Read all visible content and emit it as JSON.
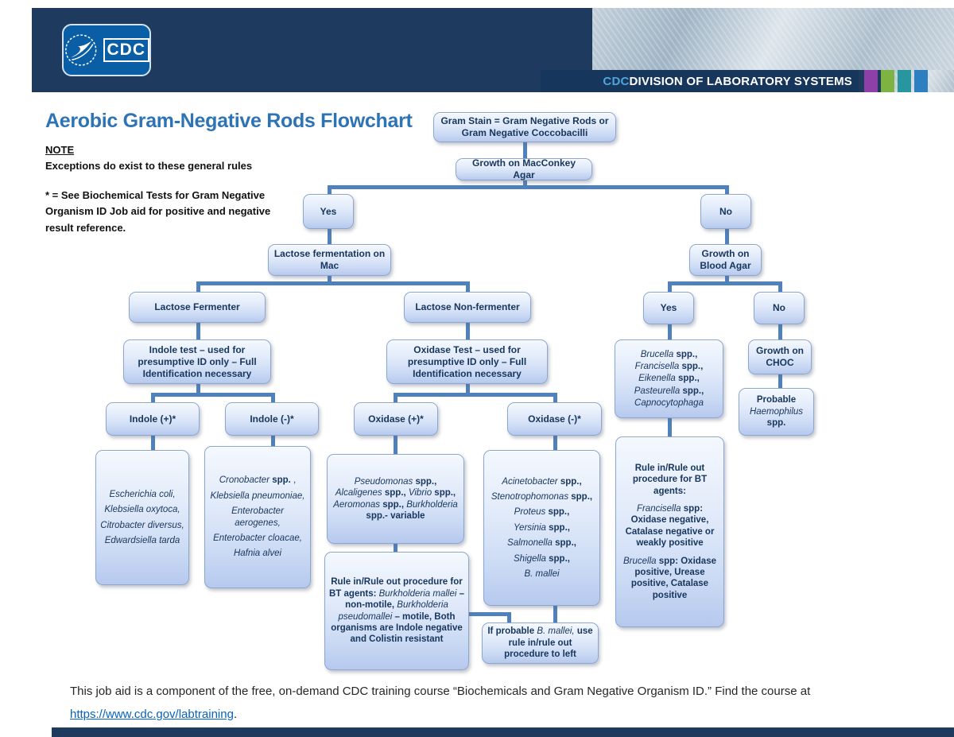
{
  "header": {
    "logo": {
      "cdc": "CDC"
    },
    "band": {
      "prefix": "CDC",
      "rest": " DIVISION OF LABORATORY SYSTEMS"
    },
    "colors": {
      "header_navy": "#1e3a5e",
      "band_navy": "#16365c",
      "logo_blue": "#0a5ea5",
      "square_purple": "#8e3fa8",
      "square_green": "#7db343",
      "square_teal": "#27969e",
      "square_blue": "#2d7fc0"
    }
  },
  "title": "Aerobic Gram-Negative Rods Flowchart",
  "note": {
    "heading": "NOTE",
    "line1": "Exceptions do exist to these general rules",
    "line2": "* = See Biochemical Tests for Gram Negative Organism ID Job aid for positive and negative result reference."
  },
  "flowchart": {
    "accent_colors": {
      "box_border": "#8ca6cf",
      "box_fill_top": "#f4f8fe",
      "box_fill_bottom": "#b6c9ee",
      "box_text": "#17365d",
      "connector": "#4f81bd",
      "title_blue": "#2e74b5"
    },
    "nodes": {
      "gram_stain": [
        [
          {
            "s": "b",
            "t": "Gram Stain = Gram Negative Rods or Gram Negative Coccobacilli"
          }
        ]
      ],
      "macconkey": [
        [
          {
            "s": "b",
            "t": "Growth on MacConkey Agar"
          }
        ]
      ],
      "yes_left": [
        [
          {
            "s": "b",
            "t": "Yes"
          }
        ]
      ],
      "no_right": [
        [
          {
            "s": "b",
            "t": "No"
          }
        ]
      ],
      "lactose_ferm": [
        [
          {
            "s": "b",
            "t": "Lactose fermentation on Mac"
          }
        ]
      ],
      "blood_agar": [
        [
          {
            "s": "b",
            "t": "Growth on Blood Agar"
          }
        ]
      ],
      "lactose_fermenter": [
        [
          {
            "s": "b",
            "t": "Lactose Fermenter"
          }
        ]
      ],
      "lactose_nonferm": [
        [
          {
            "s": "b",
            "t": "Lactose Non-fermenter"
          }
        ]
      ],
      "yes_right": [
        [
          {
            "s": "b",
            "t": "Yes"
          }
        ]
      ],
      "no_right2": [
        [
          {
            "s": "b",
            "t": "No"
          }
        ]
      ],
      "indole_test": [
        [
          {
            "s": "b",
            "t": "Indole test – used for presumptive ID only – Full Identification necessary"
          }
        ]
      ],
      "oxidase_test": [
        [
          {
            "s": "b",
            "t": "Oxidase Test – used for presumptive ID only – Full Identification necessary"
          }
        ]
      ],
      "brucella_list": [
        [
          {
            "s": "i",
            "t": "Brucella"
          },
          {
            "s": "b",
            "t": " spp.,"
          }
        ],
        [
          {
            "s": "i",
            "t": "Francisella"
          },
          {
            "s": "b",
            "t": " spp.,"
          }
        ],
        [
          {
            "s": "i",
            "t": "Eikenella"
          },
          {
            "s": "b",
            "t": " spp.,"
          }
        ],
        [
          {
            "s": "i",
            "t": "Pasteurella"
          },
          {
            "s": "b",
            "t": " spp.,"
          }
        ],
        [
          {
            "s": "i",
            "t": "Capnocytophaga"
          }
        ]
      ],
      "growth_choc": [
        [
          {
            "s": "b",
            "t": "Growth on CHOC"
          }
        ]
      ],
      "indole_pos": [
        [
          {
            "s": "b",
            "t": "Indole (+)*"
          }
        ]
      ],
      "indole_neg": [
        [
          {
            "s": "b",
            "t": "Indole (-)*"
          }
        ]
      ],
      "oxidase_pos": [
        [
          {
            "s": "b",
            "t": "Oxidase (+)*"
          }
        ]
      ],
      "oxidase_neg": [
        [
          {
            "s": "b",
            "t": "Oxidase (-)*"
          }
        ]
      ],
      "prob_haemophilus": [
        [
          {
            "s": "b",
            "t": "Probable "
          },
          {
            "s": "i",
            "t": "Haemophilus"
          },
          {
            "s": "b",
            "t": " spp."
          }
        ]
      ],
      "ecoli_list": [
        [
          {
            "s": "i",
            "t": "Escherichia coli,"
          }
        ],
        [
          {
            "s": "i",
            "t": "Klebsiella oxytoca,"
          }
        ],
        [
          {
            "s": "i",
            "t": "Citrobacter diversus,"
          }
        ],
        [
          {
            "s": "i",
            "t": "Edwardsiella tarda"
          }
        ]
      ],
      "cronobacter_list": [
        [
          {
            "s": "i",
            "t": "Cronobacter "
          },
          {
            "s": "b",
            "t": "spp."
          },
          {
            "s": "n",
            "t": " ,"
          }
        ],
        [
          {
            "s": "i",
            "t": "Klebsiella pneumoniae,"
          }
        ],
        [
          {
            "s": "i",
            "t": "Enterobacter aerogenes,"
          }
        ],
        [
          {
            "s": "i",
            "t": "Enterobacter cloacae,"
          }
        ],
        [
          {
            "s": "i",
            "t": "Hafnia alvei"
          }
        ]
      ],
      "pseudomonas_list": [
        [
          {
            "s": "i",
            "t": "Pseudomonas "
          },
          {
            "s": "b",
            "t": "spp., "
          },
          {
            "s": "i",
            "t": "Alcaligenes "
          },
          {
            "s": "b",
            "t": "spp., "
          },
          {
            "s": "i",
            "t": "Vibrio "
          },
          {
            "s": "b",
            "t": "spp., "
          },
          {
            "s": "i",
            "t": "Aeromonas "
          },
          {
            "s": "b",
            "t": "spp., "
          },
          {
            "s": "i",
            "t": "Burkholderia "
          },
          {
            "s": "b",
            "t": "spp.- variable"
          }
        ]
      ],
      "acineto_list": [
        [
          {
            "s": "i",
            "t": "Acinetobacter "
          },
          {
            "s": "b",
            "t": "spp.,"
          }
        ],
        [
          {
            "s": "i",
            "t": "Stenotrophomonas "
          },
          {
            "s": "b",
            "t": "spp.,"
          }
        ],
        [
          {
            "s": "i",
            "t": "Proteus "
          },
          {
            "s": "b",
            "t": "spp.,"
          }
        ],
        [
          {
            "s": "i",
            "t": "Yersinia "
          },
          {
            "s": "b",
            "t": "spp.,"
          }
        ],
        [
          {
            "s": "i",
            "t": "Salmonella "
          },
          {
            "s": "b",
            "t": "spp.,"
          }
        ],
        [
          {
            "s": "i",
            "t": "Shigella "
          },
          {
            "s": "b",
            "t": "spp.,"
          }
        ],
        [
          {
            "s": "i",
            "t": "B. mallei"
          }
        ]
      ],
      "rule_bt_left": [
        [
          {
            "s": "b",
            "t": "Rule in/Rule out procedure for BT agents: "
          },
          {
            "s": "i",
            "t": "Burkholderia mallei"
          },
          {
            "s": "b",
            "t": " – non-motile, "
          },
          {
            "s": "i",
            "t": "Burkholderia pseudomallei"
          },
          {
            "s": "b",
            "t": " – motile, Both organisms are Indole negative and Colistin resistant"
          }
        ]
      ],
      "rule_bt_right": [
        [
          {
            "s": "b",
            "t": "Rule in/Rule out procedure for BT agents:"
          }
        ],
        [
          {
            "s": "i",
            "t": "Francisella "
          },
          {
            "s": "b",
            "t": "spp: Oxidase negative, Catalase negative or weakly positive"
          }
        ],
        [
          {
            "s": "i",
            "t": "Brucella "
          },
          {
            "s": "b",
            "t": "spp: Oxidase positive, Urease positive, Catalase positive"
          }
        ]
      ],
      "if_probable": [
        [
          {
            "s": "b",
            "t": "If probable "
          },
          {
            "s": "i",
            "t": "B. mallei,"
          },
          {
            "s": "b",
            "t": " use rule in/rule out procedure to left"
          }
        ]
      ]
    }
  },
  "footer": {
    "text": "This job aid is a component of the free, on-demand CDC training course “Biochemicals and Gram Negative Organism ID.” Find the course at",
    "link": "https://www.cdc.gov/labtraining",
    "after_link": "."
  }
}
